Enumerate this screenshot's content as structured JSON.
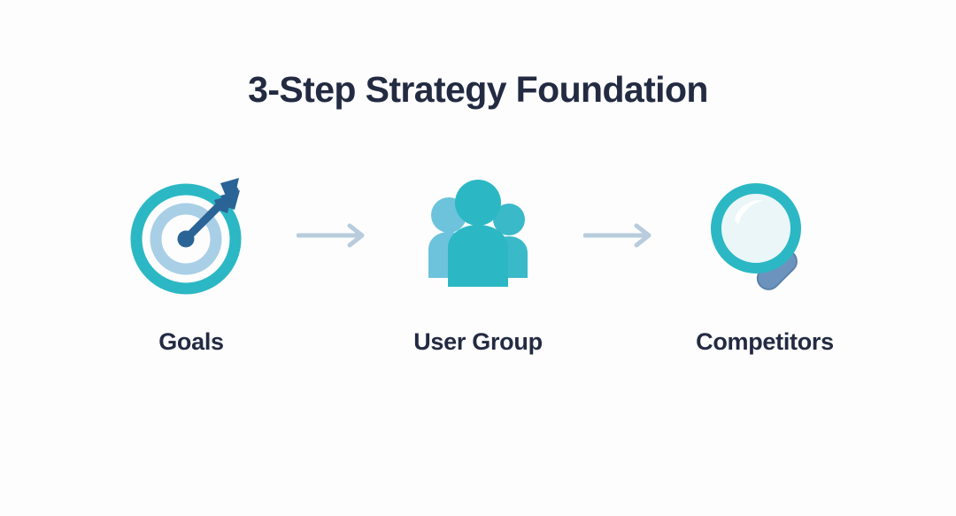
{
  "header": {
    "title": "3-Step Strategy Foundation"
  },
  "colors": {
    "background": "#fdfdfe",
    "title_text": "#232b42",
    "label_text": "#232b42",
    "teal_primary": "#2bb8c4",
    "teal_light": "#6cc3db",
    "blue_pale": "#a8cfe6",
    "navy_arrow": "#2a6496",
    "navy_dark": "#255b88",
    "handle_slate": "#6b93bd",
    "glass_fill": "#eaf6f8",
    "connector_arrow": "#b8ccdd"
  },
  "steps": [
    {
      "id": "goals",
      "label": "Goals",
      "icon": "target-arrow-icon",
      "order": 1
    },
    {
      "id": "user-group",
      "label": "User Group",
      "icon": "user-group-icon",
      "order": 2
    },
    {
      "id": "competitors",
      "label": "Competitors",
      "icon": "magnifying-glass-icon",
      "order": 3
    }
  ],
  "connectors": [
    {
      "id": "connector-1",
      "icon": "arrow-right-icon"
    },
    {
      "id": "connector-2",
      "icon": "arrow-right-icon"
    }
  ]
}
